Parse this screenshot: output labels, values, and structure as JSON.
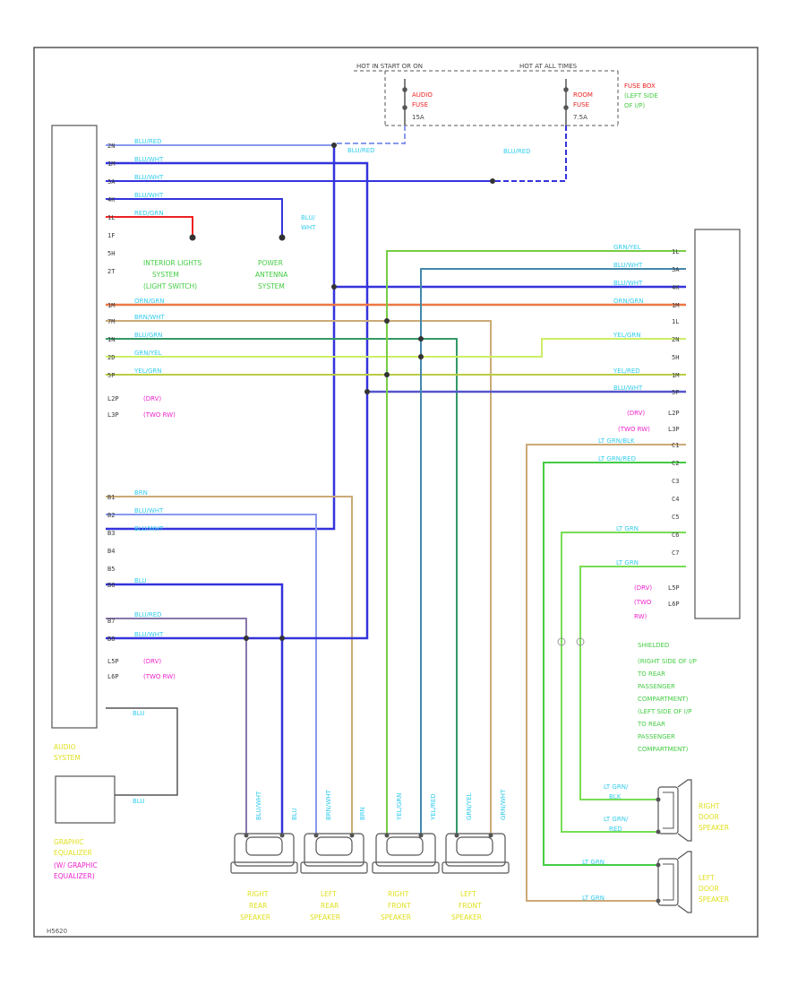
{
  "header": {
    "hot_start_run": "HOT IN START OR ON",
    "hot_at_all_times": "HOT AT ALL TIMES",
    "audio_fuse": [
      "AUDIO",
      "FUSE",
      "15A"
    ],
    "room_fuse": [
      "ROOM",
      "FUSE",
      "7.5A"
    ],
    "fuse_box": [
      "FUSE BOX",
      "(LEFT SIDE",
      "OF I/P)"
    ]
  },
  "left_connector": {
    "pins_top": [
      "2N",
      "1M",
      "3A",
      "4K",
      "1L",
      "1F",
      "5H",
      "2T",
      "1M",
      "7M",
      "1N",
      "2D",
      "5P",
      "L2P",
      "L3P"
    ],
    "pins_bottom": [
      "B1",
      "B2",
      "B3",
      "B4",
      "B5",
      "B6",
      "B7",
      "B8",
      "L5P",
      "L6P"
    ],
    "wire_labels_top": [
      "BLU/RED",
      "BLU/WHT",
      "BLU/WHT",
      "BLU/WHT",
      "RED/GRN",
      "",
      "",
      "",
      "ORN/GRN",
      "BRN/WHT",
      "BLU/GRN",
      "GRN/YEL",
      "YEL/GRN"
    ],
    "wire_labels_bottom": [
      "BRN",
      "BLU/WHT",
      "BLU/WHT",
      "",
      "BLU",
      "BLU/RED",
      "BLU/WHT"
    ]
  },
  "labels": {
    "blu_red_top": "BLU/RED",
    "blu_red_mid": "BLU/RED",
    "blu_wht_pwr": [
      "BLU/",
      "WHT"
    ],
    "ext_lights": [
      "INTERIOR LIGHTS",
      "SYSTEM",
      "(LIGHT SWITCH)"
    ],
    "power_antenna": [
      "POWER",
      "ANTENNA",
      "SYSTEM"
    ],
    "conn_left_1": [
      "(DRV)",
      "(TWO RW)"
    ],
    "conn_left_2": [
      "(DRV)",
      "(TWO RW)"
    ],
    "conn_right_1": [
      "(DRV)",
      "(TWO RW)"
    ],
    "conn_right_2": [
      "(DRV)",
      "(TWO",
      "RW)"
    ],
    "audio_system": [
      "AUDIO",
      "SYSTEM"
    ],
    "blu_small_1": "BLU",
    "blu_small_2": "BLU",
    "graphic_eq": [
      "GRAPHIC",
      "EQUALIZER",
      "(W/ GRAPHIC",
      "EQUALIZER)"
    ]
  },
  "right_connector": {
    "pins": [
      "1L",
      "3A",
      "4K",
      "1M",
      "1L",
      "2N",
      "5H",
      "1M",
      "5P",
      "L2P",
      "L3P",
      "C1",
      "C2",
      "C3",
      "C4",
      "C5",
      "C6",
      "C7",
      "L5P",
      "L6P"
    ],
    "wire_labels": [
      "GRN/YEL",
      "BLU/WHT",
      "BLU/WHT",
      "ORN/GRN",
      "",
      "YEL/GRN",
      "YEL/RED",
      "BLU/WHT",
      "",
      "LT GRN/BLK",
      "LT GRN/RED",
      "",
      "LT GRN",
      "LT GRN"
    ]
  },
  "right_notes": {
    "shielded": [
      "SHIELDED",
      "(RIGHT SIDE OF I/P",
      "TO REAR",
      "PASSENGER",
      "COMPARTMENT)",
      "(LEFT SIDE OF I/P",
      "TO REAR",
      "PASSENGER",
      "COMPARTMENT)"
    ],
    "lt_grn_blk": [
      "LT GRN/",
      "BLK"
    ],
    "lt_grn_red": [
      "LT GRN/",
      "RED"
    ],
    "lt_grn_1": "LT GRN",
    "lt_grn_2": "LT GRN"
  },
  "speakers": {
    "rear_right": [
      "RIGHT",
      "REAR",
      "SPEAKER"
    ],
    "rear_left": [
      "LEFT",
      "REAR",
      "SPEAKER"
    ],
    "front_right": [
      "RIGHT",
      "FRONT",
      "SPEAKER"
    ],
    "front_left": [
      "LEFT",
      "FRONT",
      "SPEAKER"
    ],
    "right_door": [
      "RIGHT",
      "DOOR",
      "SPEAKER"
    ],
    "left_door": [
      "LEFT",
      "DOOR",
      "SPEAKER"
    ],
    "wire_pairs": [
      [
        "BLU/WHT",
        "BLU"
      ],
      [
        "BRN/WHT",
        "BRN"
      ],
      [
        "YEL/GRN",
        "YEL/RED"
      ],
      [
        "GRN/YEL",
        "GRN/WHT"
      ]
    ]
  },
  "footer": {
    "code": "H5620"
  },
  "colors": {
    "blue": "#3333dd",
    "light_blue": "#8899ee",
    "cyan": "#33ccee",
    "green": "#44cc44",
    "light_green": "#77dd55",
    "yellow": "#e0e022",
    "tan": "#ccaa77",
    "orange": "#ee7744",
    "red": "#ee2222",
    "teal_green": "#339966",
    "gray": "#9a9a9a",
    "purple": "#8877aa",
    "magenta": "#ee22cc"
  }
}
